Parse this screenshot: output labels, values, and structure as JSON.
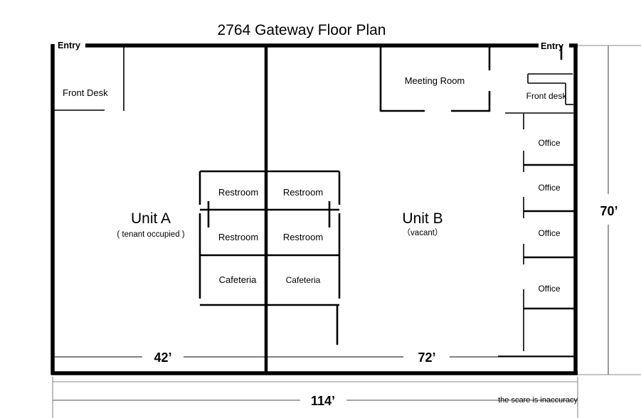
{
  "document": {
    "title": "2764 Gateway  Floor Plan",
    "note": "the scare is inaccuracy"
  },
  "entries": {
    "left_label": "Entry",
    "right_label": "Entry"
  },
  "units": [
    {
      "name": "Unit A",
      "status": "( tenant occupied )",
      "width_dimension": "42’"
    },
    {
      "name": "Unit B",
      "status": "（vacant）",
      "width_dimension": "72’"
    }
  ],
  "dimensions": {
    "unit_a_width": "42’",
    "unit_b_width": "72’",
    "total_width": "114’",
    "total_depth": "70’"
  },
  "rooms": {
    "front_desk_left": "Front Desk",
    "front_desk_right": "Front desk",
    "meeting_room": "Meeting Room",
    "restroom_1": "Restroom",
    "restroom_2": "Restroom",
    "restroom_3": "Restroom",
    "restroom_4": "Restroom",
    "cafeteria_1": "Cafeteria",
    "cafeteria_2": "Cafeteria",
    "office_1": "Office",
    "office_2": "Office",
    "office_3": "Office",
    "office_4": "Office"
  },
  "colors": {
    "wall": "#000000",
    "background": "#ffffff",
    "guide": "#8a8a8a"
  }
}
